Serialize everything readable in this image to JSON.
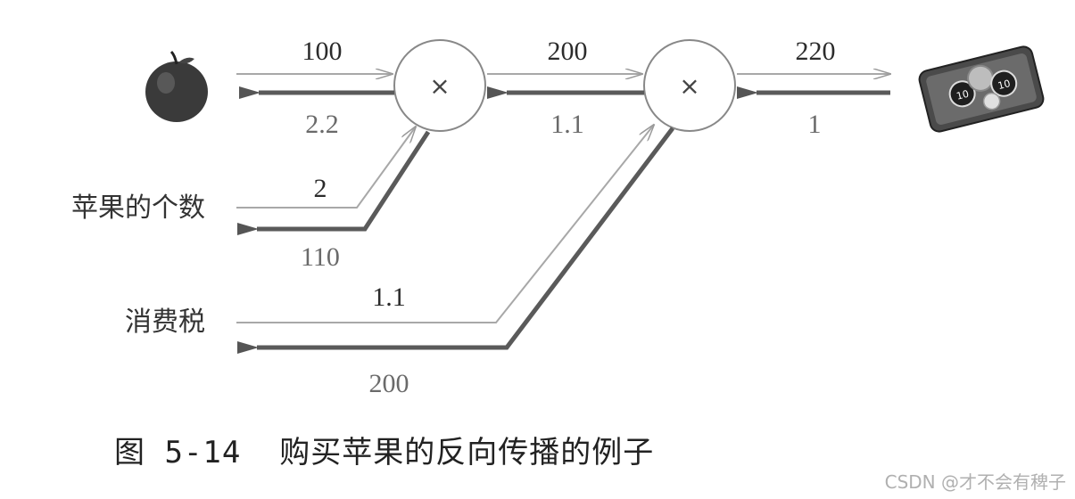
{
  "diagram": {
    "nodes": {
      "mul1": {
        "symbol": "×"
      },
      "mul2": {
        "symbol": "×"
      }
    },
    "inputs": {
      "apple_icon": "apple-icon",
      "apple_count_label": "苹果的个数",
      "tax_label": "消费税",
      "output_icon": "coin-tray-icon"
    },
    "forward": {
      "apple_price": "100",
      "apple_count": "2",
      "apple_total": "200",
      "tax": "1.1",
      "final": "220"
    },
    "backward": {
      "d_apple_price": "2.2",
      "d_apple_count": "110",
      "d_apple_total": "1.1",
      "d_tax": "200",
      "d_final": "1"
    }
  },
  "caption": "图 5-14  购买苹果的反向传播的例子",
  "watermark": "CSDN @才不会有稗子"
}
